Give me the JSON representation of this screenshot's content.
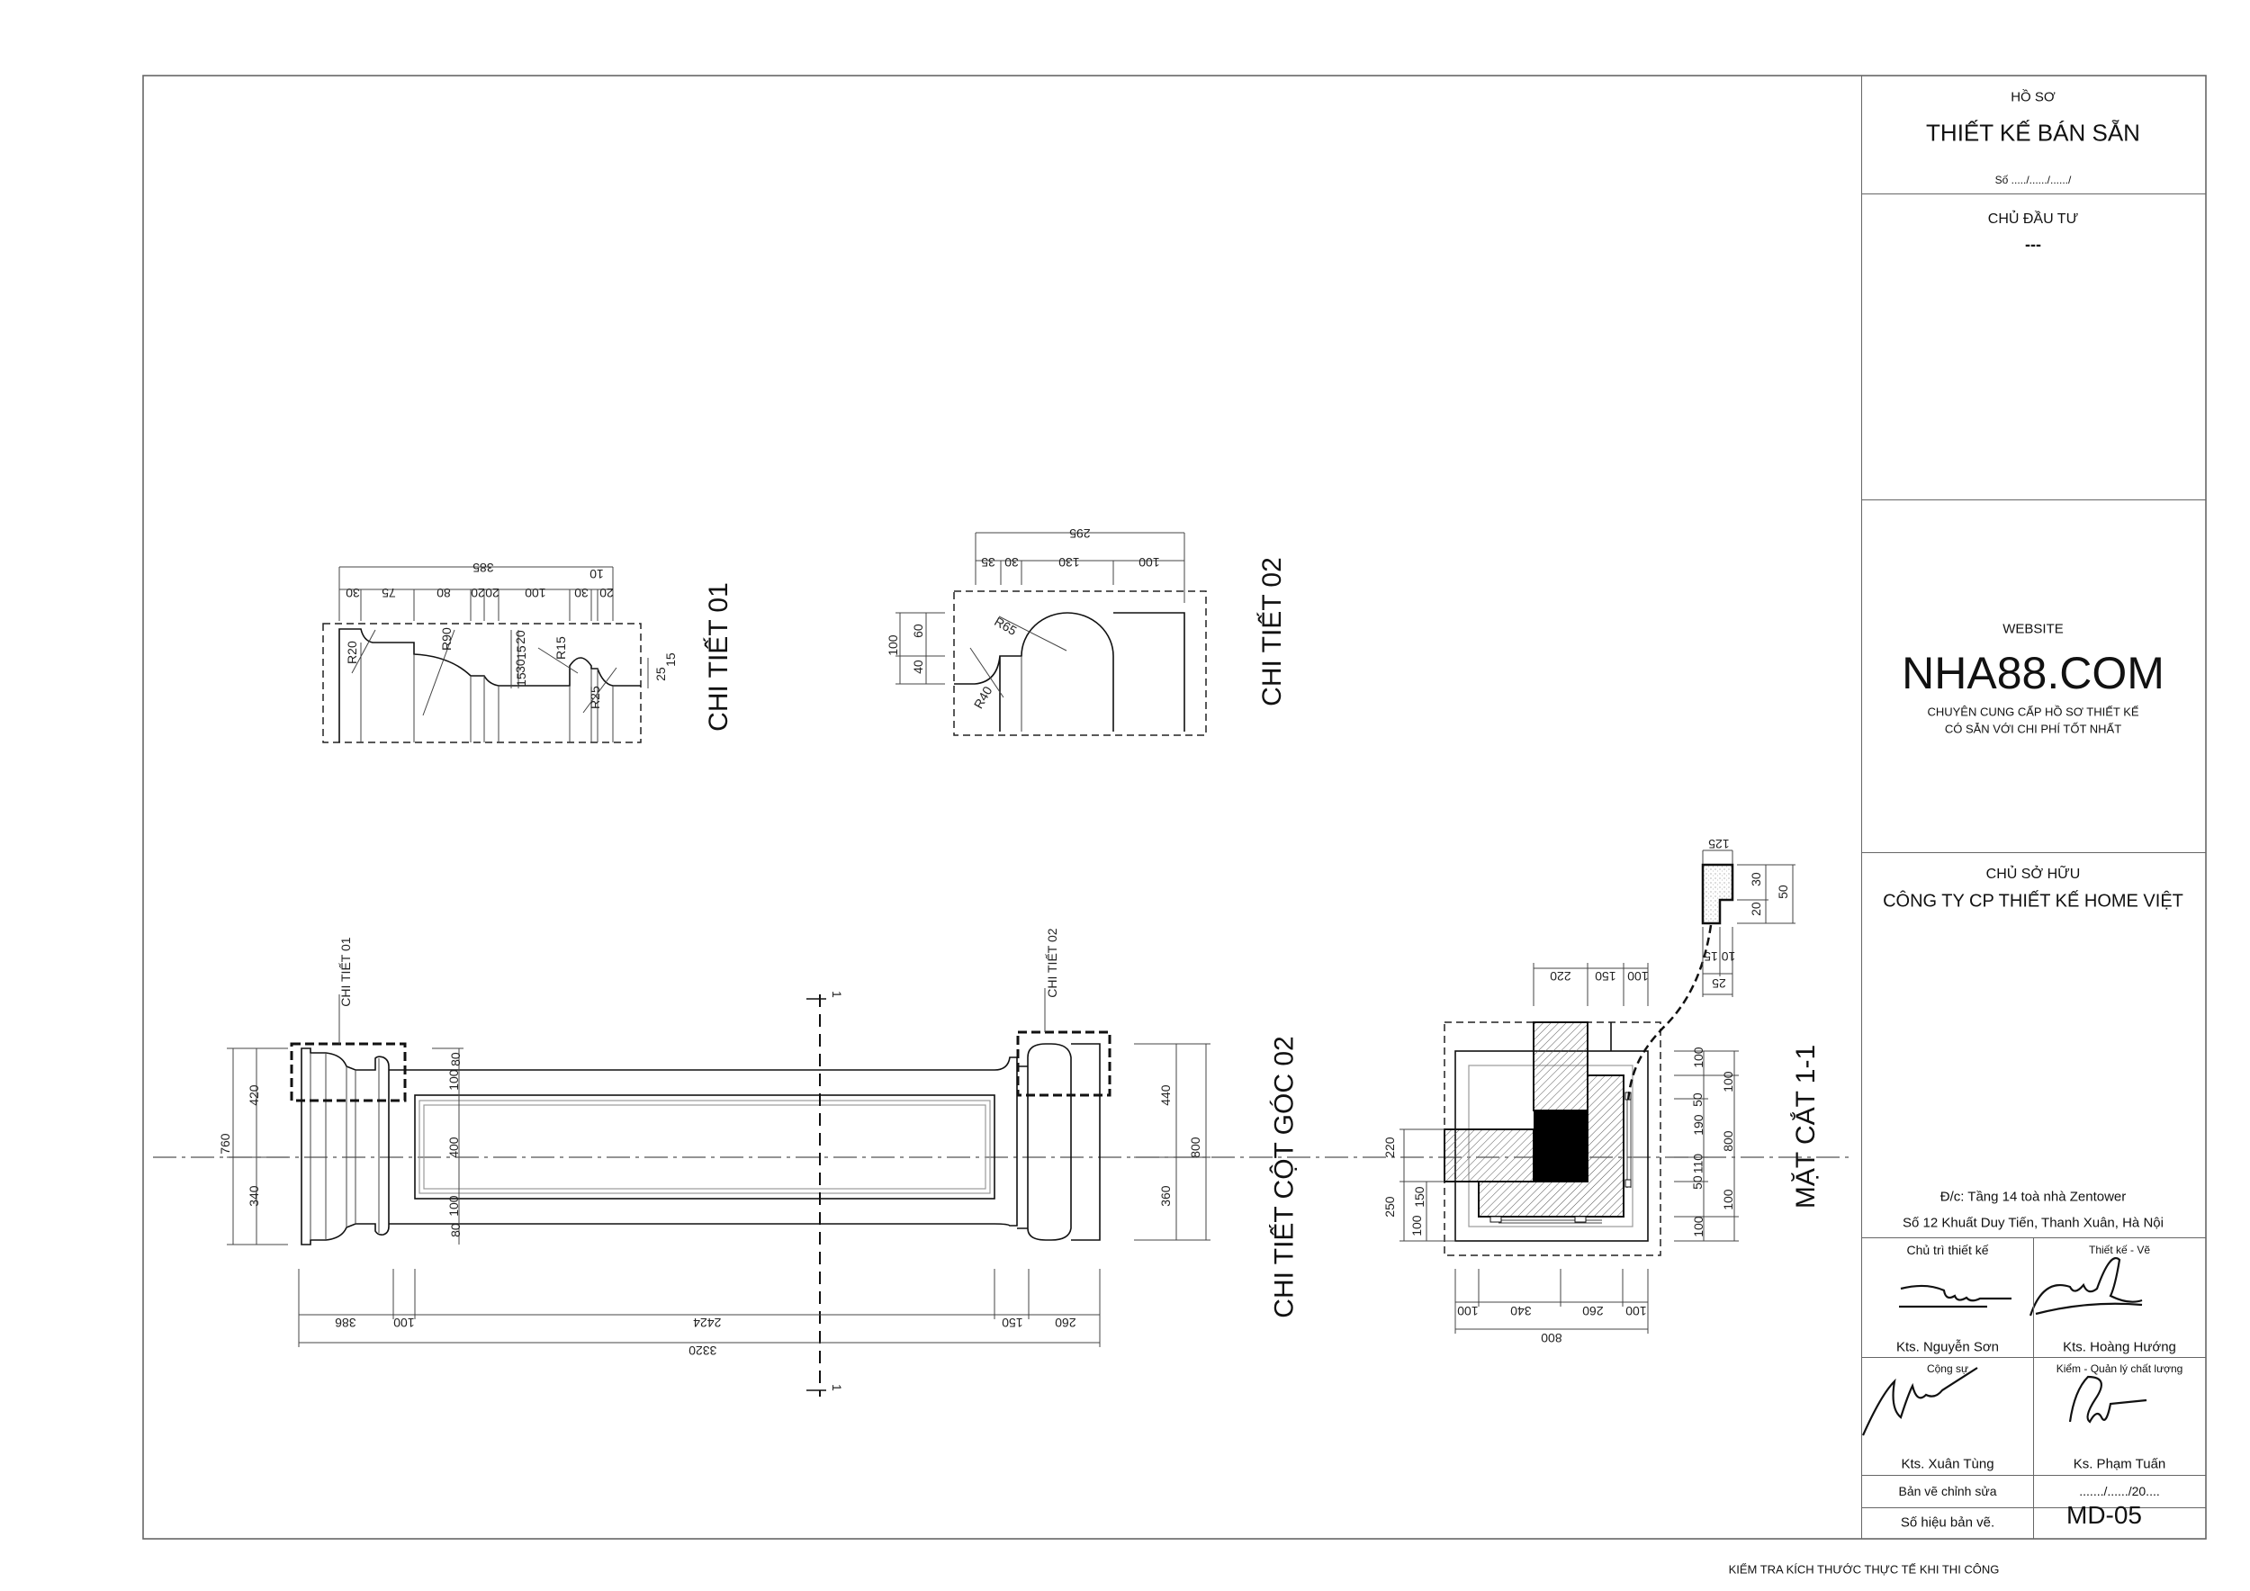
{
  "title_block": {
    "ho_so": "HỒ SƠ",
    "title": "THIẾT KẾ BÁN SẴN",
    "so": "Số ...../....../....../",
    "chu_dau_tu_label": "CHỦ ĐẦU TƯ",
    "chu_dau_tu_value": "---",
    "website_label": "WEBSITE",
    "website": "NHA88.COM",
    "tagline_1": "CHUYÊN CUNG CẤP HỒ SƠ THIẾT KẾ",
    "tagline_2": "CÓ SẴN VỚI CHI PHÍ TỐT NHẤT",
    "chu_so_huu_label": "CHỦ SỞ HỮU",
    "chu_so_huu_value": "CÔNG TY CP THIẾT KẾ HOME VIỆT",
    "address_1": "Đ/c: Tầng 14 toà nhà Zentower",
    "address_2": "Số 12 Khuất Duy Tiến, Thanh Xuân, Hà Nội",
    "signers": [
      {
        "role": "Chủ trì thiết kế",
        "name": "Kts. Nguyễn Sơn"
      },
      {
        "role": "Thiết kế - Vẽ",
        "name": "Kts. Hoàng Hướng"
      },
      {
        "role": "Cộng sự",
        "name": "Kts. Xuân Tùng"
      },
      {
        "role": "Kiểm - Quản lý chất lượng",
        "name": "Ks. Phạm Tuấn"
      }
    ],
    "revision_label": "Bản vẽ chỉnh sửa",
    "revision_value": "......./....../20....",
    "drawing_no_label": "Số hiệu bản vẽ.",
    "drawing_no": "MD-05"
  },
  "footer_note": "KIỂM TRA KÍCH THƯỚC THỰC TẾ KHI THI CÔNG",
  "detail_01": {
    "title": "CHI TIẾT 01",
    "total": "385",
    "segments": [
      "30",
      "75",
      "80",
      "20",
      "20",
      "100",
      "30",
      "10",
      "20"
    ],
    "radii": [
      "R20",
      "R90",
      "R15",
      "R25"
    ],
    "heights": [
      "20",
      "15",
      "30",
      "15"
    ],
    "right_heights": [
      "15",
      "25"
    ]
  },
  "detail_02": {
    "title": "CHI TIẾT 02",
    "total": "295",
    "segments": [
      "35",
      "30",
      "130",
      "100"
    ],
    "radii": [
      "R65",
      "R40"
    ],
    "heights": [
      "100",
      "60",
      "40"
    ]
  },
  "elevation": {
    "title": "CHI TIẾT CỘT GÓC 02",
    "callout_1": "CHI TIẾT 01",
    "callout_2": "CHI TIẾT 02",
    "section_mark": "1",
    "left_total": "760",
    "left_parts": [
      "420",
      "340"
    ],
    "rail_parts": [
      "80",
      "100",
      "400",
      "100",
      "80"
    ],
    "right_parts": [
      "440",
      "360"
    ],
    "right_total": "800",
    "bottom_parts": [
      "386",
      "100",
      "2424",
      "150",
      "260"
    ],
    "bottom_total": "3320"
  },
  "section_1_1": {
    "title": "MẶT CẮT 1-1",
    "top": [
      "220",
      "150",
      "100"
    ],
    "bottom": [
      "100",
      "340",
      "260",
      "100"
    ],
    "bottom_total": "800",
    "right_inner": [
      "100",
      "50",
      "190",
      "110",
      "50",
      "100"
    ],
    "right_outer": [
      "100",
      "800",
      "100"
    ],
    "left": [
      "220",
      "250",
      "100",
      "150"
    ],
    "profile": {
      "top": "125",
      "right": [
        "30",
        "20"
      ],
      "right_total": "50",
      "bottom_a": "10 15",
      "bottom_b": "25"
    }
  }
}
